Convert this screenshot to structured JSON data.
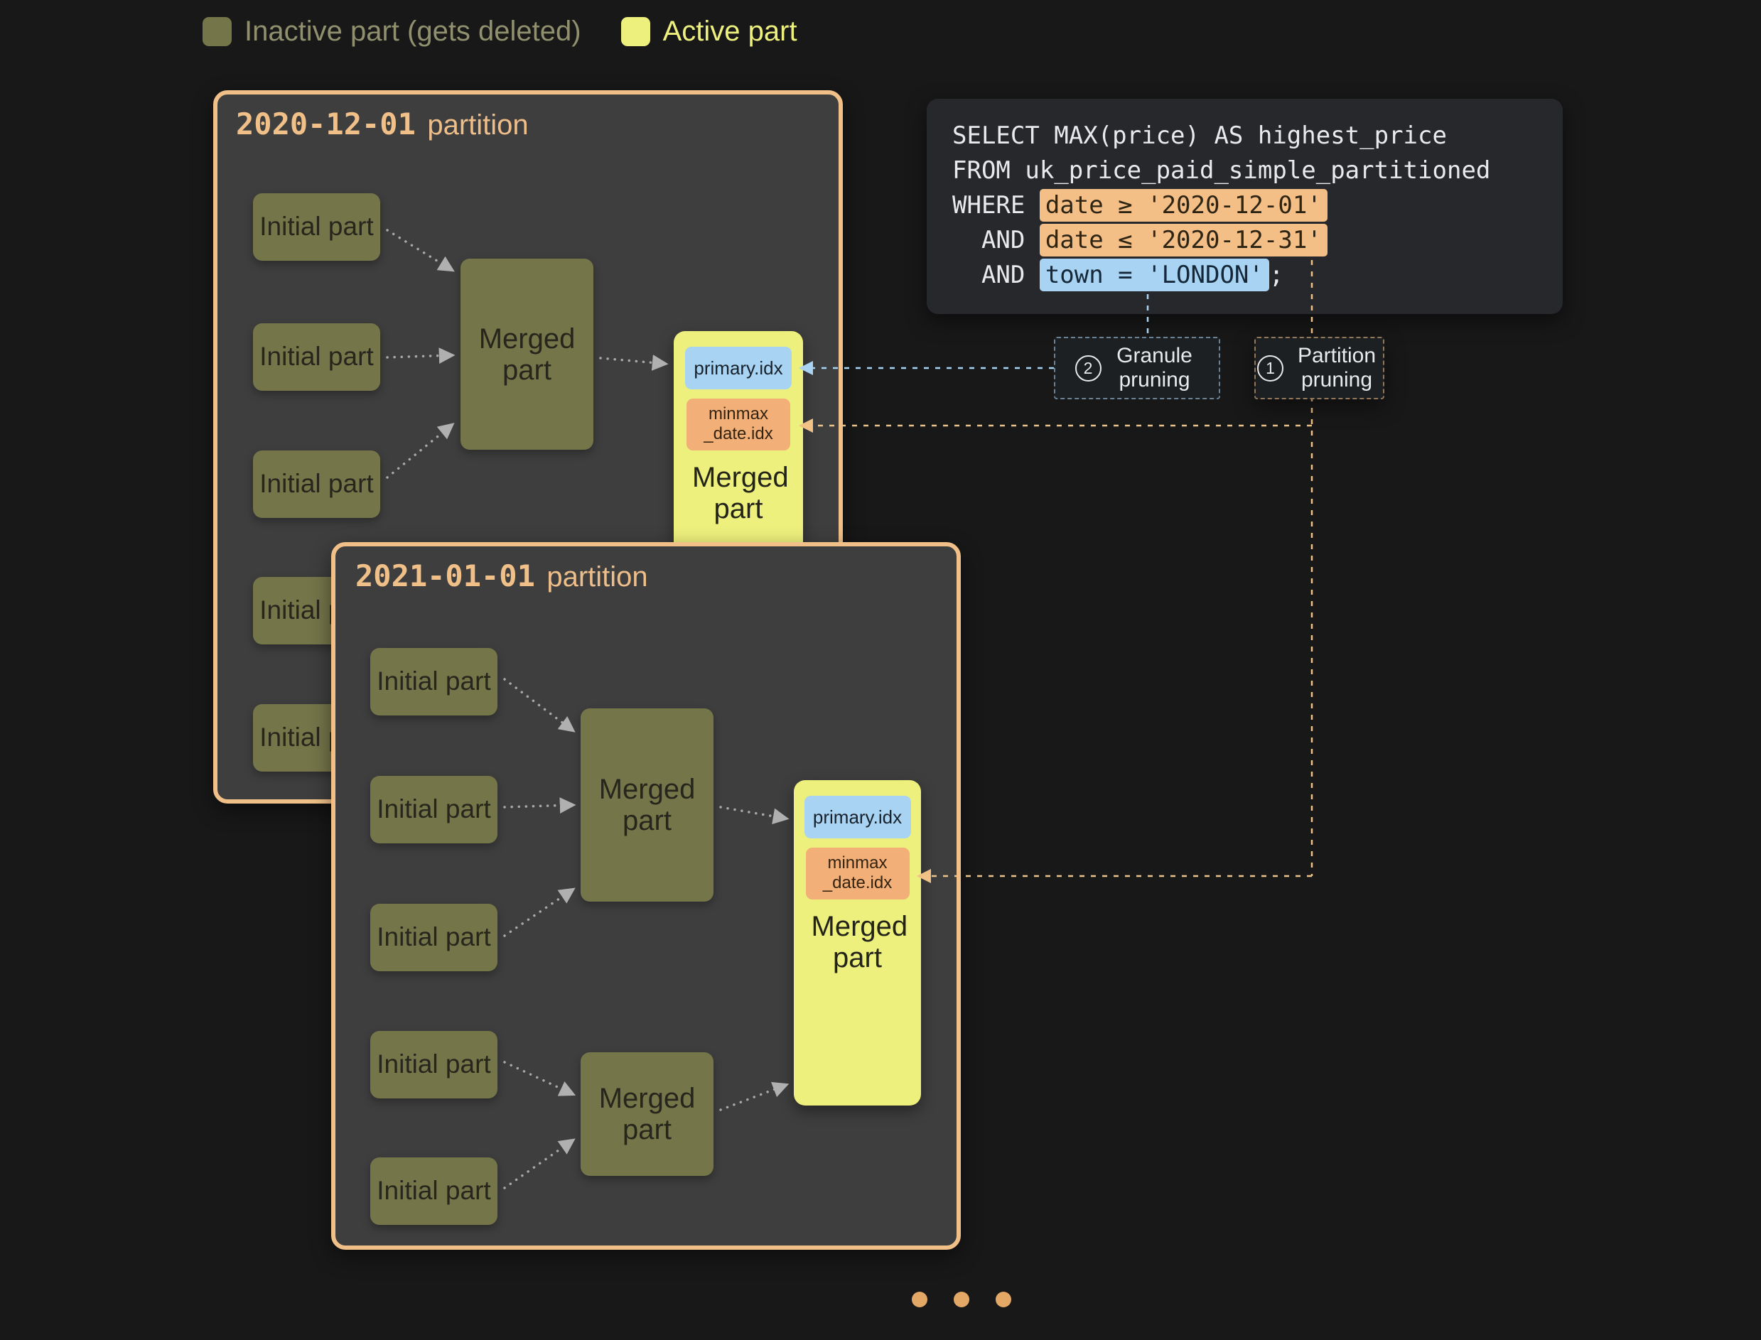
{
  "legend": {
    "inactive": "Inactive part (gets deleted)",
    "active": "Active part"
  },
  "labels": {
    "initial_part": "Initial part",
    "merged_part": "Merged part",
    "primary_idx": "primary.idx",
    "minmax_line1": "minmax",
    "minmax_line2": "_date.idx"
  },
  "partitions": [
    {
      "date": "2020-12-01",
      "suffix": "partition"
    },
    {
      "date": "2021-01-01",
      "suffix": "partition"
    }
  ],
  "sql": {
    "line1": "SELECT MAX(price) AS highest_price",
    "line2": "FROM uk_price_paid_simple_partitioned",
    "where_kw": "WHERE ",
    "and_kw": "  AND ",
    "cond_date_from": "date ≥ '2020-12-01'",
    "cond_date_to": "date ≤ '2020-12-31'",
    "cond_town": "town = 'LONDON'",
    "terminator": ";"
  },
  "annotations": {
    "granule": {
      "number": "2",
      "label": "Granule pruning"
    },
    "partition": {
      "number": "1",
      "label": "Partition pruning"
    }
  },
  "colors": {
    "background": "#181818",
    "partition_bg": "#3e3e3e",
    "partition_border": "#f0c088",
    "inactive_part": "#75754a",
    "active_part": "#edf07d",
    "primary_idx_chip": "#a9d3f2",
    "minmax_idx_chip": "#f2b078",
    "sql_bg": "#26282c",
    "highlight_orange": "#f3bf87",
    "highlight_blue": "#a9d3f2",
    "connector_blue": "#a9d3f2",
    "connector_orange": "#f2c185",
    "carousel_dot": "#e3a766"
  }
}
